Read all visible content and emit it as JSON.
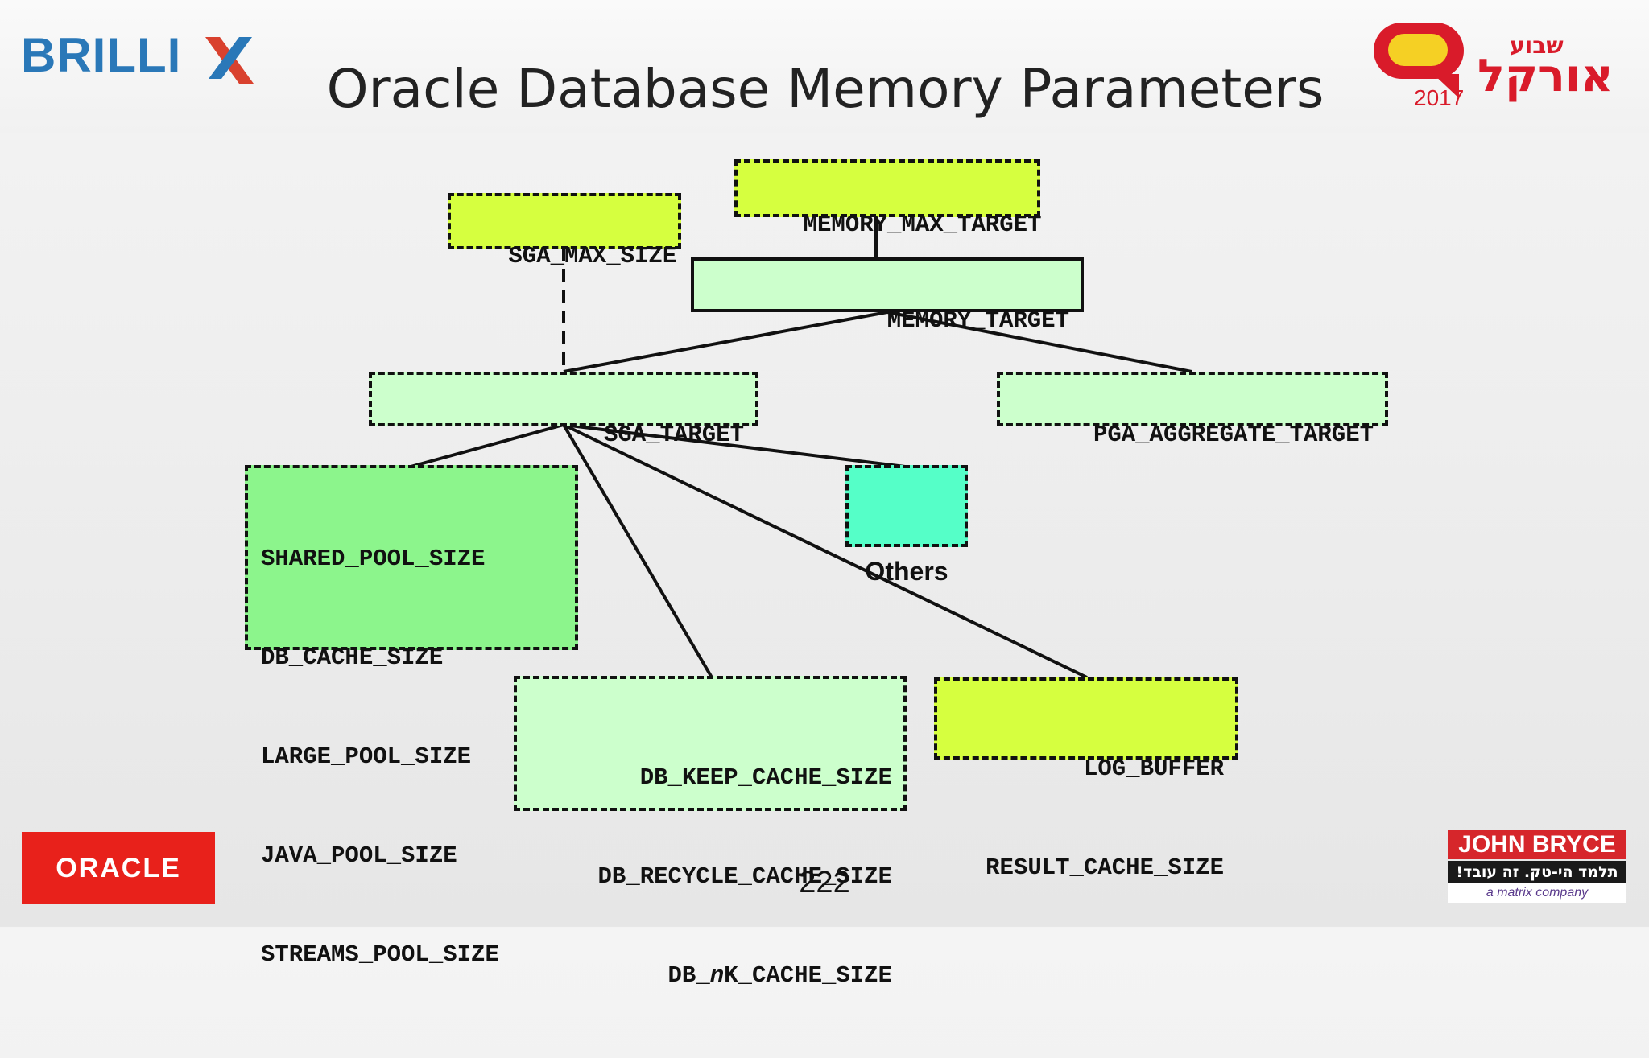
{
  "slide": {
    "title": "Oracle Database Memory Parameters",
    "page_number": "222"
  },
  "logos": {
    "brillix": {
      "text": "BRILLI",
      "x": "X",
      "color": "#2a78b8",
      "accent": "#d9412e"
    },
    "oracle_week": {
      "hebrew": "אורקל",
      "hebrew_small": "שבוע",
      "year": "2017",
      "color": "#d91b2a",
      "accent": "#f5d024"
    },
    "oracle": {
      "text": "ORACLE",
      "bg": "#e8211b"
    },
    "john_bryce": {
      "name": "JOHN BRYCE",
      "tagline": "תלמד הי-טק. זה עובד!",
      "company": "a matrix company"
    }
  },
  "diagram": {
    "memory_max_target": {
      "label": "MEMORY_MAX_TARGET",
      "color": "#d6ff3f"
    },
    "sga_max_size": {
      "label": "SGA_MAX_SIZE",
      "color": "#d6ff3f"
    },
    "memory_target": {
      "label": "MEMORY_TARGET",
      "color": "#ccffcc"
    },
    "sga_target": {
      "label": "SGA_TARGET",
      "color": "#ccffcc"
    },
    "pga_aggregate_target": {
      "label": "PGA_AGGREGATE_TARGET",
      "color": "#ccffcc"
    },
    "pools": {
      "color": "#8cf58c",
      "lines": [
        "SHARED_POOL_SIZE",
        "DB_CACHE_SIZE",
        "LARGE_POOL_SIZE",
        "JAVA_POOL_SIZE",
        "STREAMS_POOL_SIZE"
      ]
    },
    "others": {
      "label": "Others",
      "color": "#55ffc8"
    },
    "caches": {
      "color": "#ccffcc",
      "lines": [
        "DB_KEEP_CACHE_SIZE",
        "DB_RECYCLE_CACHE_SIZE"
      ],
      "nk_prefix": "DB_",
      "nk_italic": "n",
      "nk_suffix": "K_CACHE_SIZE"
    },
    "log_result": {
      "color": "#d6ff3f",
      "lines": [
        "LOG_BUFFER",
        "RESULT_CACHE_SIZE"
      ]
    }
  }
}
